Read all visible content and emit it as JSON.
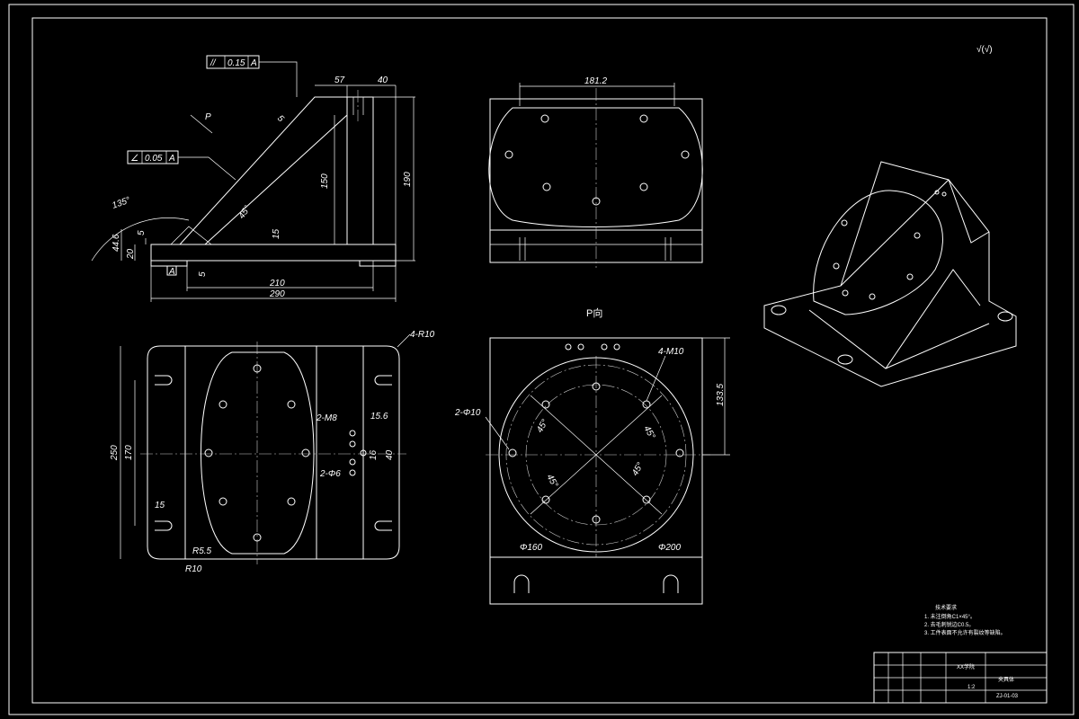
{
  "drawing": {
    "front_view": {
      "tol_parallel_symbol": "//",
      "tol_parallel_value": "0.15",
      "tol_parallel_datum": "A",
      "tol_angle_symbol": "∠",
      "tol_angle_value": "0.05",
      "tol_angle_datum": "A",
      "view_arrow_label": "P",
      "datum_label": "A",
      "dims": {
        "d57": "57",
        "d40": "40",
        "d150": "150",
        "d190": "190",
        "d210": "210",
        "d290": "290",
        "d135": "135°",
        "d44_6": "44.6",
        "d20": "20",
        "d5a": "5",
        "d5b": "5",
        "d5c": "5",
        "d15": "15",
        "d45": "45°"
      }
    },
    "top_view": {
      "d181_2": "181.2"
    },
    "plan_view": {
      "label_4r10": "4-R10",
      "label_2m8": "2-M8",
      "label_2phi6": "2-Φ6",
      "d15_6": "15.6",
      "d16": "16",
      "d40": "40",
      "d250": "250",
      "d170": "170",
      "d15": "15",
      "r5_5": "R5.5",
      "r10": "R10"
    },
    "p_view": {
      "title": "P向",
      "label_4m10": "4-M10",
      "label_2phi10": "2-Φ10",
      "d133_5": "133.5",
      "phi160": "Φ160",
      "phi200": "Φ200",
      "angle_labels": [
        "45°",
        "45°",
        "45°",
        "45°"
      ]
    },
    "roughness_symbol": "√(√)",
    "notes": {
      "heading": "技术要求",
      "items": [
        "1. 未注倒角C1×45°。",
        "2. 去毛刺锐边C0.5。",
        "3. 工件表面不允许有裂纹等缺陷。"
      ]
    },
    "title_block": {
      "part_name": "夹具体",
      "drawing_no": "ZJ-01-03",
      "school": "XX学院",
      "scale": "1:2"
    }
  }
}
